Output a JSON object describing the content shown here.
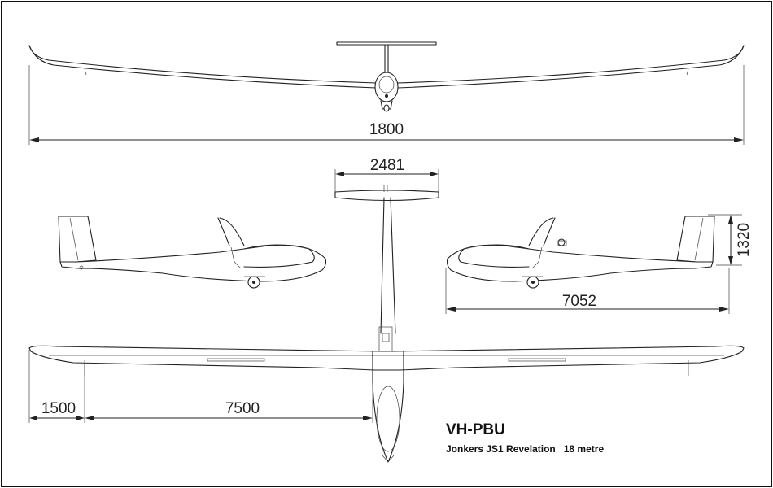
{
  "dimensions": {
    "wingspan": "1800",
    "stabilizer_span": "2481",
    "fin_height": "1320",
    "fuselage_length": "7052",
    "tip_section": "1500",
    "inner_section": "7500"
  },
  "caption": {
    "registration": "VH-PBU",
    "model": "Jonkers JS1 Revelation",
    "span_note": "18 metre"
  },
  "views": [
    "front-view",
    "side-view-left",
    "side-view-right",
    "top-view"
  ]
}
